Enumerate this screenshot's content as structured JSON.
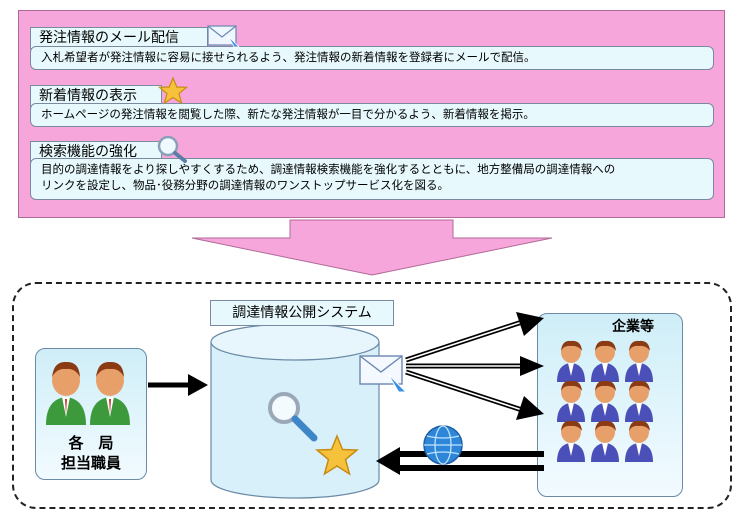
{
  "features": [
    {
      "title": "発注情報のメール配信",
      "text": "入札希望者が発注情報に容易に接せられるよう、発注情報の新着情報を登録者にメールで配信。",
      "icon": "mail-icon"
    },
    {
      "title": "新着情報の表示",
      "text": "ホームページの発注情報を閲覧した際、新たな発注情報が一目で分かるよう、新着情報を掲示。",
      "icon": "star-icon"
    },
    {
      "title": "検索機能の強化",
      "text_line1": "目的の調達情報をより探しやすくするため、調達情報検索機能を強化するとともに、地方整備局の調達情報への",
      "text_line2": "リンクを設定し、物品･役務分野の調達情報のワンストップサービス化を図る。",
      "icon": "magnifier-icon"
    }
  ],
  "system": {
    "title": "調達情報公開システム"
  },
  "staff": {
    "line1": "各　局",
    "line2": "担当職員"
  },
  "companies": {
    "label": "企業等"
  },
  "colors": {
    "panel": "#f7a6dc",
    "box": "#e7f9fd",
    "cylinder": "#d8f0fa"
  }
}
